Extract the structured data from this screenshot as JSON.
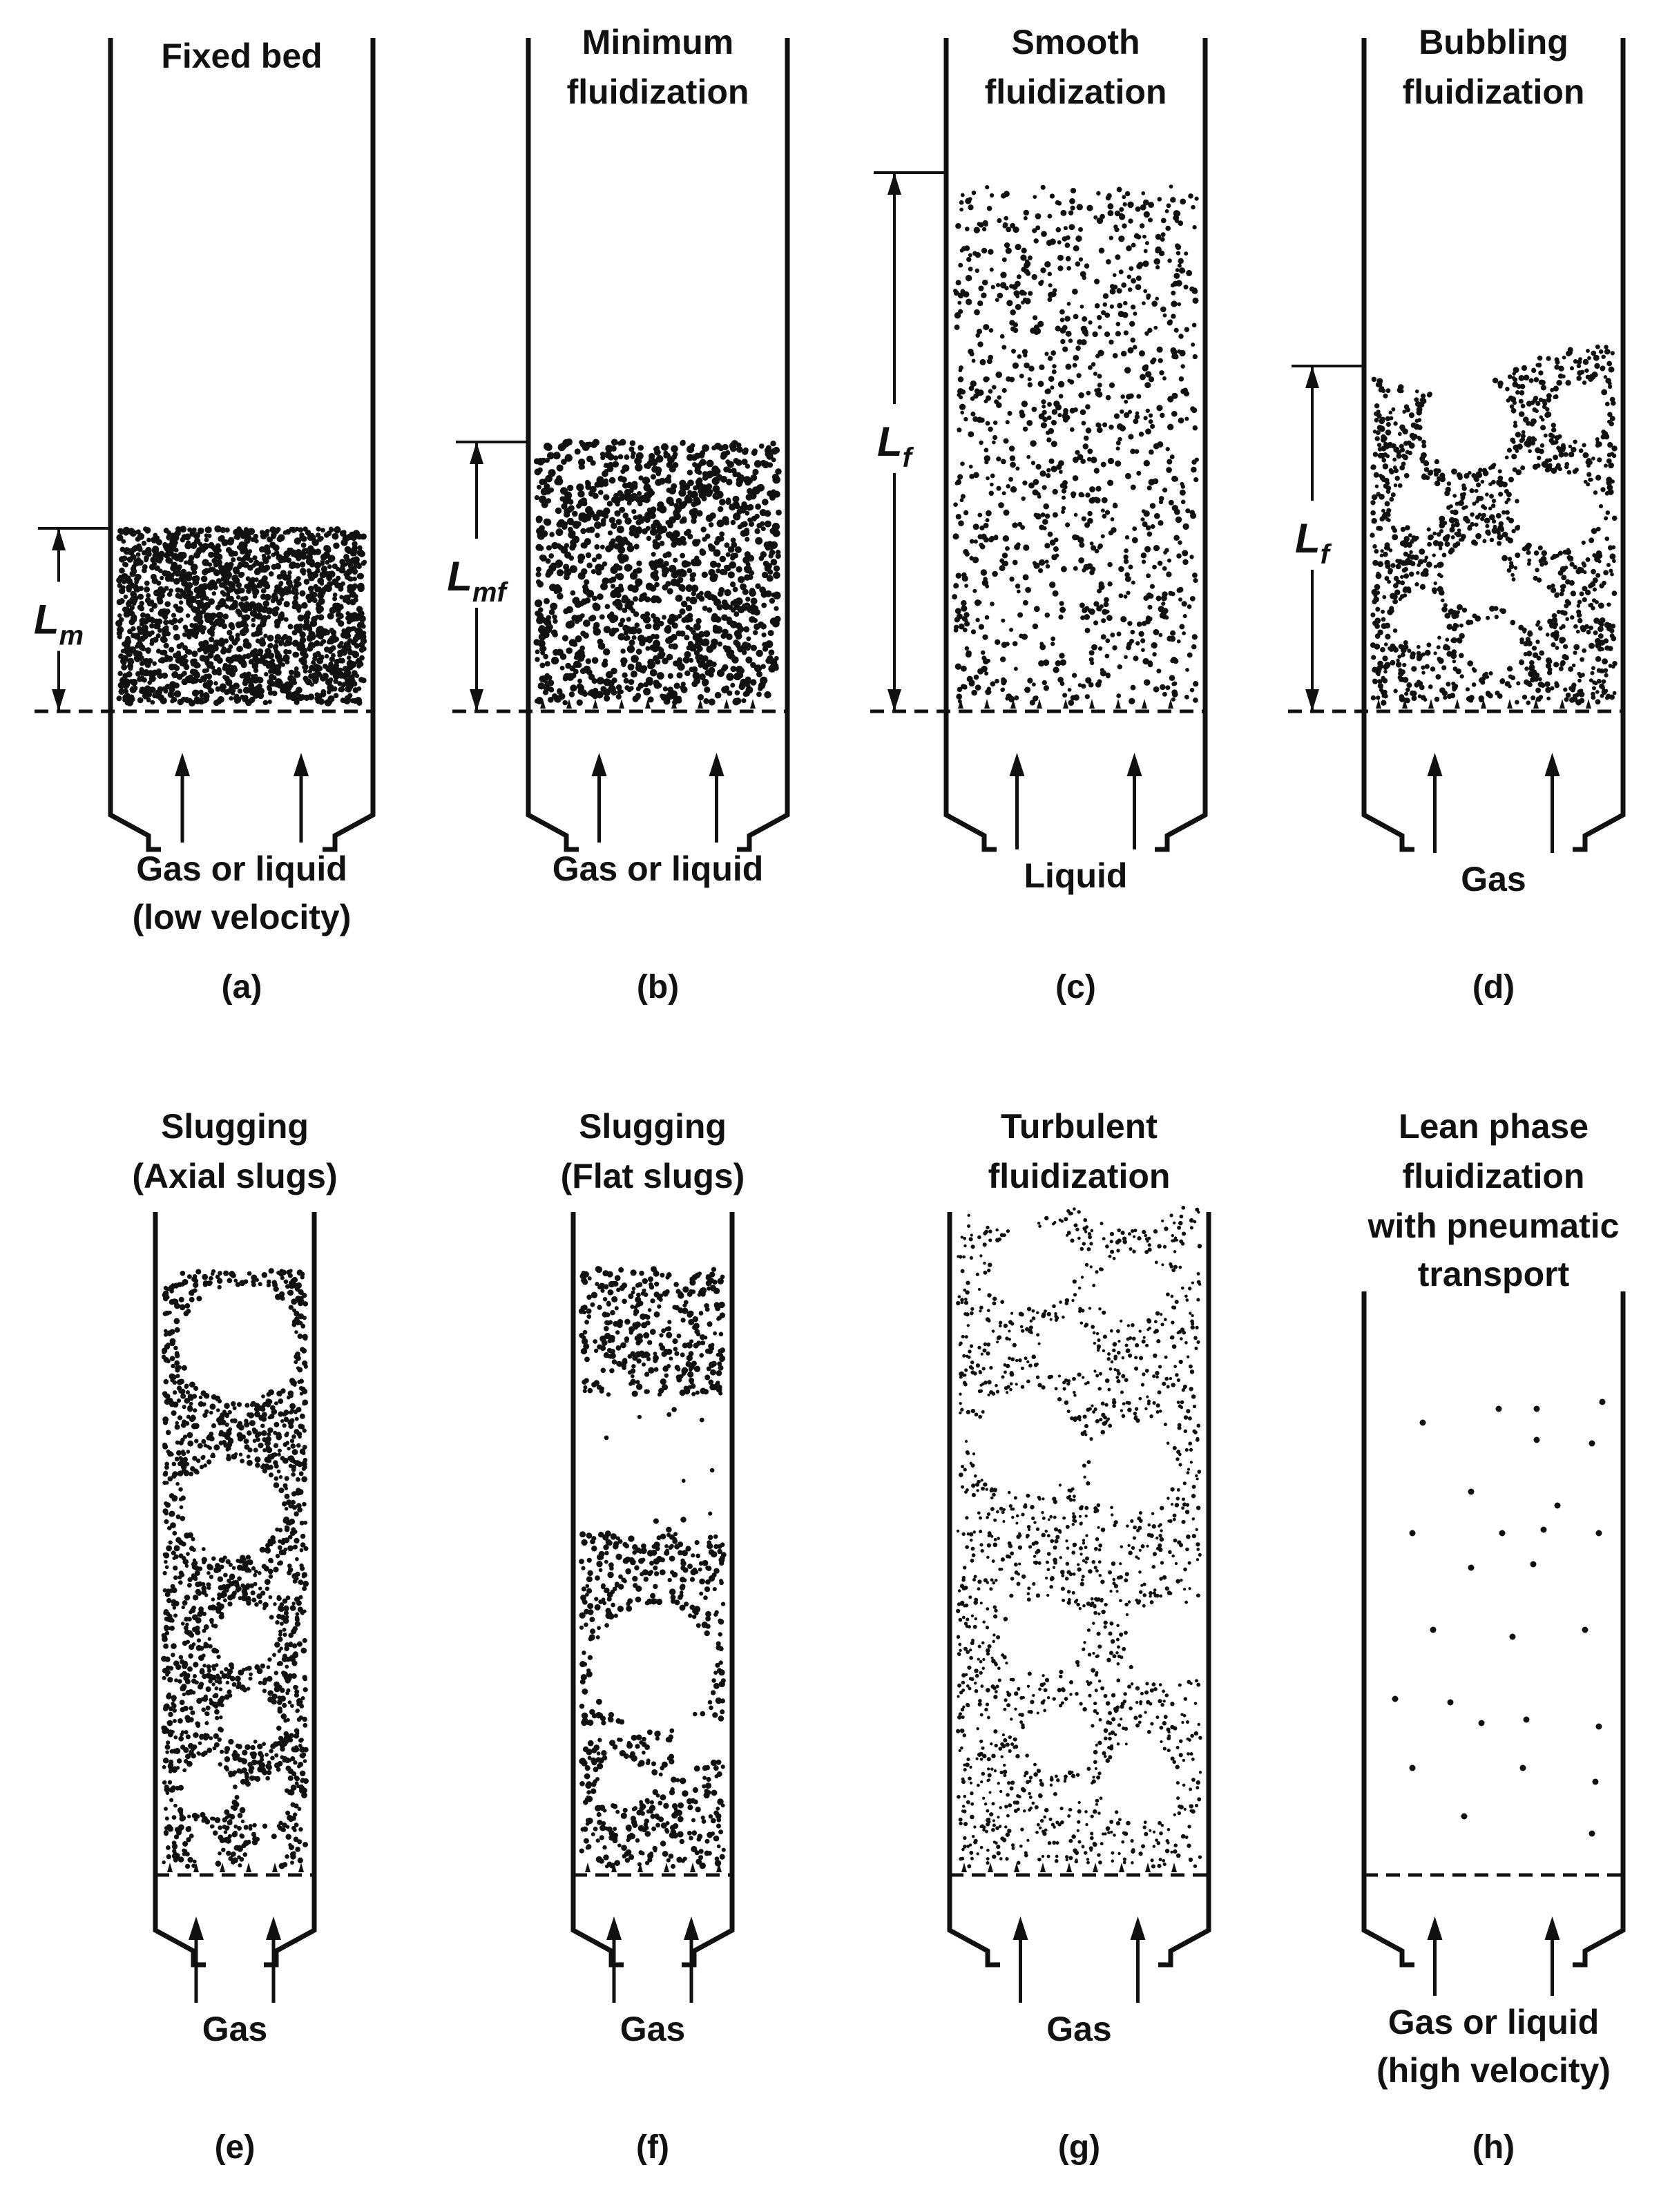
{
  "figure": {
    "colors": {
      "ink": "#111111",
      "background": "#ffffff"
    },
    "panels": [
      {
        "letter": "(a)",
        "title": [
          "Fixed bed"
        ],
        "caption": [
          "Gas or liquid",
          "(low velocity)"
        ],
        "dimension_label": "L",
        "dimension_sub": "m",
        "regime": "fixed-bed"
      },
      {
        "letter": "(b)",
        "title": [
          "Minimum",
          "fluidization"
        ],
        "caption": [
          "Gas or liquid"
        ],
        "dimension_label": "L",
        "dimension_sub": "mf",
        "regime": "minimum-fluidization"
      },
      {
        "letter": "(c)",
        "title": [
          "Smooth",
          "fluidization"
        ],
        "caption": [
          "Liquid"
        ],
        "dimension_label": "L",
        "dimension_sub": "f",
        "regime": "smooth-fluidization"
      },
      {
        "letter": "(d)",
        "title": [
          "Bubbling",
          "fluidization"
        ],
        "caption": [
          "Gas"
        ],
        "dimension_label": "L",
        "dimension_sub": "f",
        "regime": "bubbling-fluidization"
      },
      {
        "letter": "(e)",
        "title": [
          "Slugging",
          "(Axial slugs)"
        ],
        "caption": [
          "Gas"
        ],
        "regime": "slugging-axial"
      },
      {
        "letter": "(f)",
        "title": [
          "Slugging",
          "(Flat slugs)"
        ],
        "caption": [
          "Gas"
        ],
        "regime": "slugging-flat"
      },
      {
        "letter": "(g)",
        "title": [
          "Turbulent",
          "fluidization"
        ],
        "caption": [
          "Gas"
        ],
        "regime": "turbulent-fluidization"
      },
      {
        "letter": "(h)",
        "title": [
          "Lean phase",
          "fluidization",
          "with pneumatic",
          "transport"
        ],
        "caption": [
          "Gas or liquid",
          "(high velocity)"
        ],
        "regime": "lean-phase"
      }
    ]
  }
}
